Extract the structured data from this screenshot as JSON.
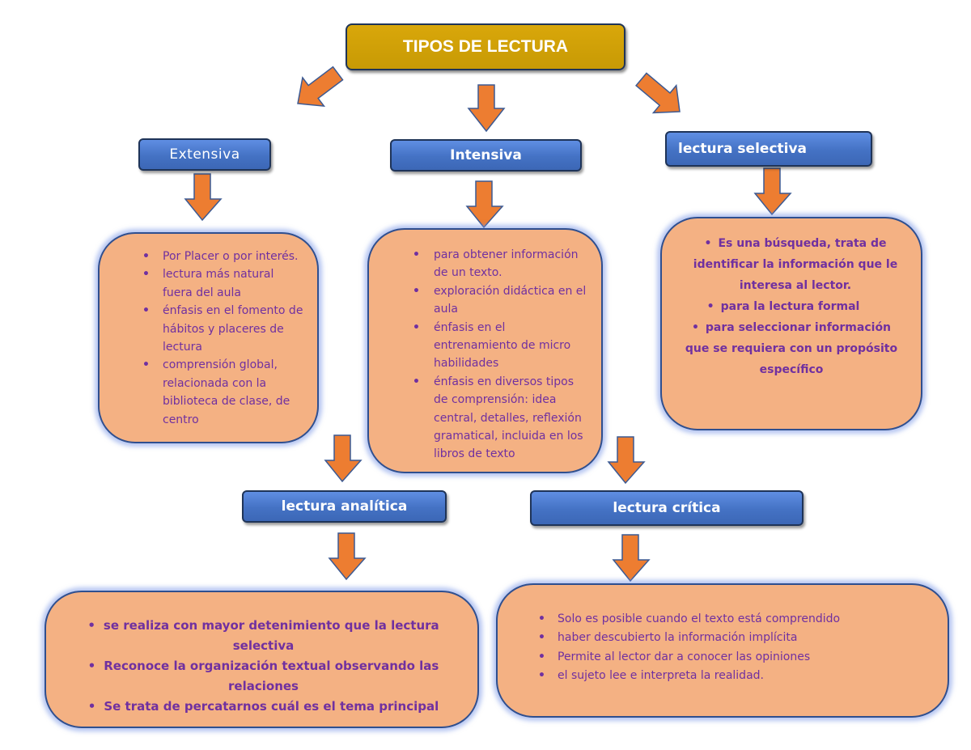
{
  "title": "TIPOS DE LECTURA",
  "categories": {
    "extensiva": "Extensiva",
    "intensiva": "Intensiva",
    "selectiva": "lectura selectiva",
    "analitica": "lectura analítica",
    "critica": "lectura crítica"
  },
  "extensiva_items": [
    "Por Placer o por interés.",
    "lectura más natural fuera del aula",
    "énfasis en el fomento de hábitos y placeres de lectura",
    "comprensión global, relacionada con la biblioteca de clase, de centro"
  ],
  "intensiva_items": [
    "para obtener información de un texto.",
    "exploración didáctica en el aula",
    "énfasis en el entrenamiento de micro habilidades",
    "énfasis en diversos tipos de comprensión: idea central, detalles, reflexión gramatical, incluida en los libros de texto"
  ],
  "selectiva_items": [
    "Es una búsqueda, trata de identificar la información que le interesa al lector.",
    "para la lectura formal",
    "para seleccionar información que se requiera con un propósito específico"
  ],
  "analitica_items": [
    "se realiza con mayor detenimiento que la lectura selectiva",
    "Reconoce la organización textual observando las relaciones",
    "Se trata de percatarnos cuál es el tema principal"
  ],
  "critica_items": [
    "Solo es posible cuando el texto está comprendido",
    "haber descubierto la información implícita",
    "Permite al lector dar a conocer las opiniones",
    "el sujeto lee e interpreta la realidad."
  ],
  "colors": {
    "title_fill": "#c99c06",
    "category_fill": "#4472c4",
    "box_fill": "#f4b183",
    "arrow_fill": "#ed7d31",
    "text_purple": "#7030a0"
  }
}
